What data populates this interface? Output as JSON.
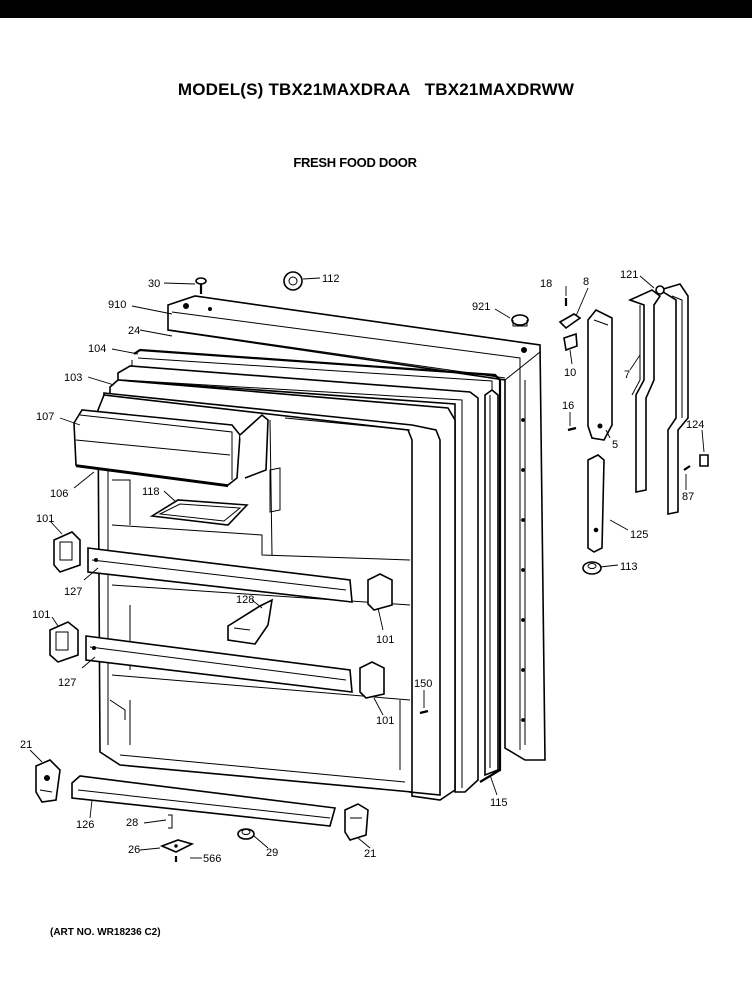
{
  "header": {
    "model_prefix": "MODEL(S) TBX21MAXDRAA",
    "model_second": "TBX21MAXDRWW",
    "subtitle": "FRESH FOOD DOOR"
  },
  "footer": {
    "art_no": "(ART NO. WR18236 C2)"
  },
  "callouts": [
    "30",
    "112",
    "910",
    "24",
    "104",
    "103",
    "107",
    "106",
    "118",
    "101",
    "127",
    "128",
    "101",
    "127",
    "101",
    "101",
    "150",
    "21",
    "126",
    "28",
    "26",
    "566",
    "29",
    "21",
    "115",
    "921",
    "18",
    "8",
    "10",
    "16",
    "5",
    "121",
    "7",
    "124",
    "87",
    "125",
    "113"
  ]
}
